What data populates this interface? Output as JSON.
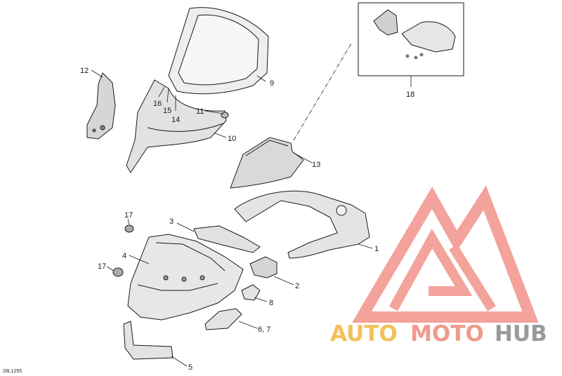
{
  "callouts": {
    "c1": "1",
    "c2": "2",
    "c3": "3",
    "c4": "4",
    "c5": "5",
    "c67": "6, 7",
    "c8": "8",
    "c9": "9",
    "c10": "10",
    "c11": "11",
    "c12": "12",
    "c13": "13",
    "c14": "14",
    "c15": "15",
    "c16": "16",
    "c17a": "17",
    "c17b": "17",
    "c18": "18"
  },
  "document_code": "28L1255",
  "watermark": {
    "word_auto": "AUTO",
    "word_moto": "MOTO",
    "word_hub": "HUB",
    "color_auto": "#f4c05a",
    "color_moto": "#f09a8a",
    "color_hub": "#9a9a9a",
    "color_logo": "#f08a80"
  },
  "colors": {
    "line": "#1a1a1a",
    "part_fill": "#e9e9e9",
    "part_dark": "#c9c9c9"
  }
}
